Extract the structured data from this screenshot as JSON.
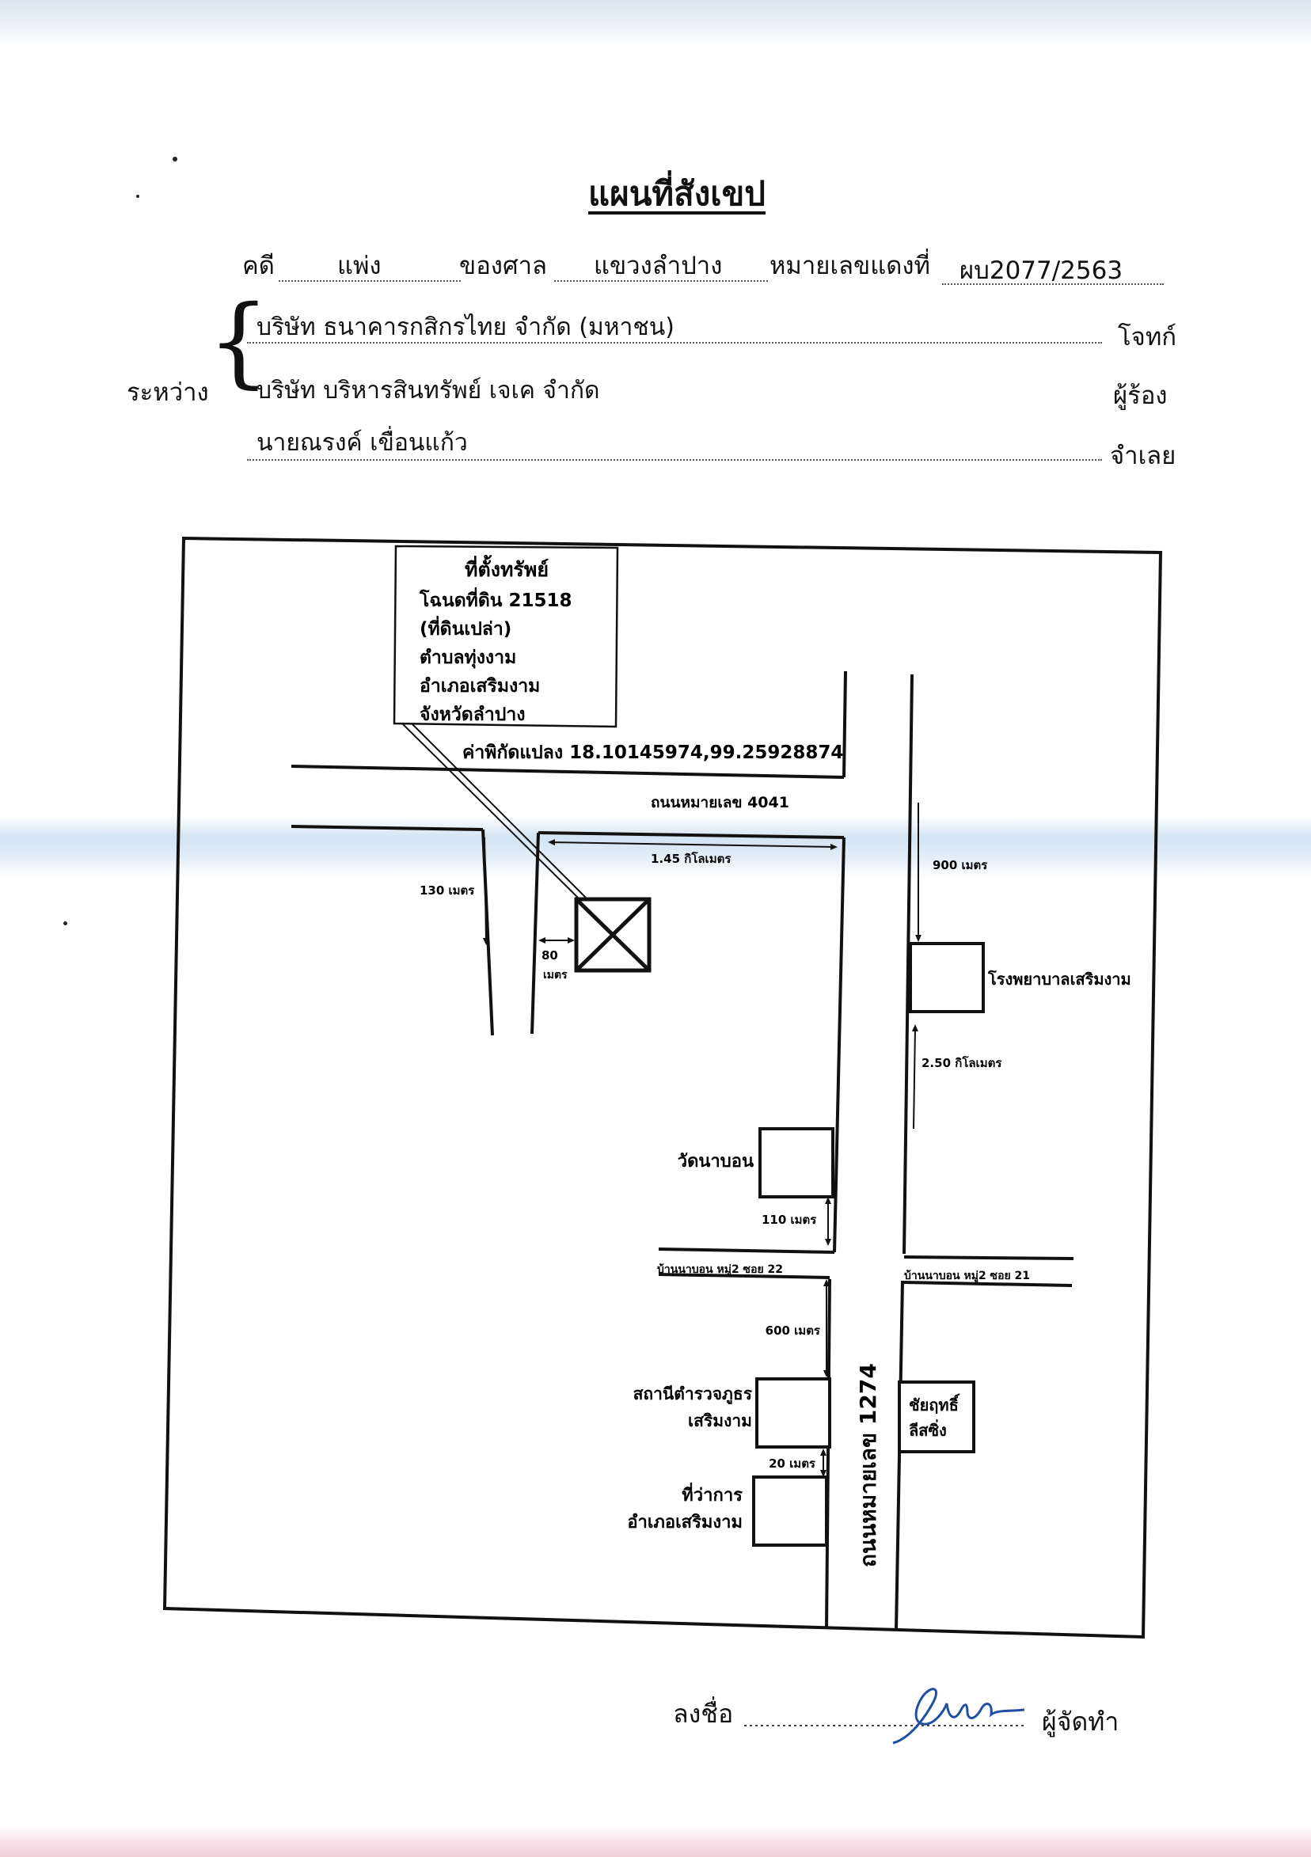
{
  "header": {
    "title": "แผนที่สังเขป",
    "case_label": "คดี",
    "case_type": "แพ่ง",
    "court_label": "ของศาล",
    "court_name": "แขวงลำปาง",
    "red_no_label": "หมายเลขแดงที่",
    "red_no": "ผบ2077/2563"
  },
  "parties": {
    "between_label": "ระหว่าง",
    "list": [
      {
        "name": "บริษัท ธนาคารกสิกรไทย จำกัด (มหาชน)",
        "role": "โจทก์"
      },
      {
        "name": "บริษัท บริหารสินทรัพย์ เจเค จำกัด",
        "role": "ผู้ร้อง"
      },
      {
        "name": "นายณรงค์ เขื่อนแก้ว",
        "role": "จำเลย"
      }
    ]
  },
  "map": {
    "property_box": {
      "title": "ที่ตั้งทรัพย์",
      "lines": [
        "โฉนดที่ดิน 21518",
        "(ที่ดินเปล่า)",
        "ตำบลทุ่งงาม",
        "อำเภอเสริมงาม",
        "จังหวัดลำปาง"
      ]
    },
    "coordinates": "ค่าพิกัดแปลง 18.10145974,99.25928874",
    "road_4041": "ถนนหมายเลข 4041",
    "road_1274": "ถนนหมายเลข 1274",
    "dist_1_45km": "1.45 กิโลเมตร",
    "dist_130m": "130 เมตร",
    "dist_80m_num": "80",
    "dist_80m_unit": "เมตร",
    "dist_900m": "900 เมตร",
    "dist_2_50km": "2.50 กิโลเมตร",
    "dist_110m": "110 เมตร",
    "dist_600m": "600 เมตร",
    "dist_20m": "20 เมตร",
    "hospital": "โรงพยาบาลเสริมงาม",
    "temple": "วัดนาบอน",
    "soi_22": "บ้านนาบอน หมู่2 ซอย 22",
    "soi_21": "บ้านนาบอน หมู่2 ซอย 21",
    "police_line1": "สถานีตำรวจภูธร",
    "police_line2": "เสริมงาม",
    "shop_line1": "ชัยฤทธิ์",
    "shop_line2": "ลีสซิ่ง",
    "district_line1": "ที่ว่าการ",
    "district_line2": "อำเภอเสริมงาม"
  },
  "signature": {
    "sign_label": "ลงชื่อ",
    "preparer_label": "ผู้จัดทำ"
  },
  "colors": {
    "signature_ink": "#1e4fa3"
  }
}
